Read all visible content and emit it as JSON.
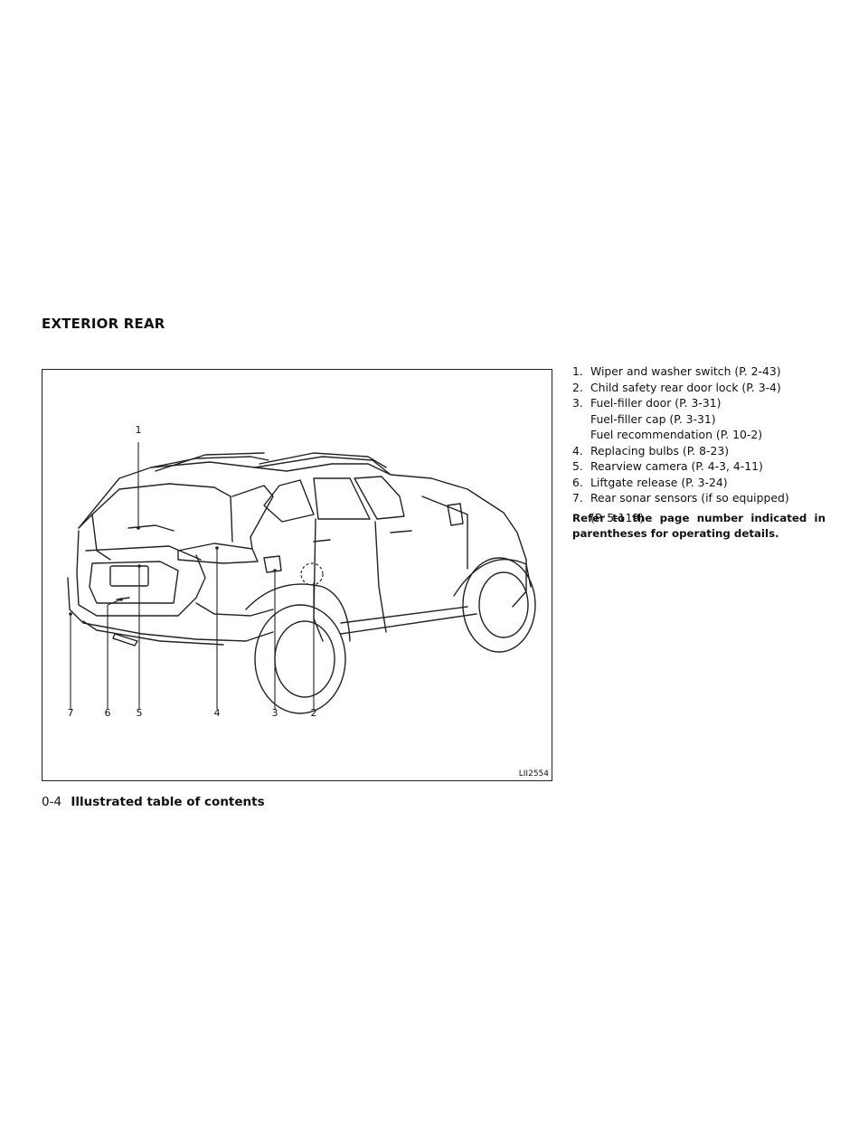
{
  "section_title": "EXTERIOR REAR",
  "figure": {
    "code": "LII2554",
    "callouts": [
      "1",
      "2",
      "3",
      "4",
      "5",
      "6",
      "7"
    ]
  },
  "legend": [
    {
      "num": "1.",
      "lines": [
        "Wiper and washer switch (P. 2-43)"
      ]
    },
    {
      "num": "2.",
      "lines": [
        "Child safety rear door lock (P. 3-4)"
      ]
    },
    {
      "num": "3.",
      "lines": [
        "Fuel-filler door (P. 3-31)",
        "Fuel-filler cap (P. 3-31)",
        "Fuel recommendation (P. 10-2)"
      ]
    },
    {
      "num": "4.",
      "lines": [
        "Replacing bulbs (P. 8-23)"
      ]
    },
    {
      "num": "5.",
      "lines": [
        "Rearview camera (P. 4-3, 4-11)"
      ]
    },
    {
      "num": "6.",
      "lines": [
        "Liftgate release (P. 3-24)"
      ]
    },
    {
      "num": "7.",
      "lines": [
        "Rear sonar sensors (if so equipped)",
        "(P. 5-119)"
      ]
    }
  ],
  "note": "Refer to the page number indicated in parentheses for operating details.",
  "footer": {
    "page": "0-4",
    "title": "Illustrated table of contents"
  }
}
